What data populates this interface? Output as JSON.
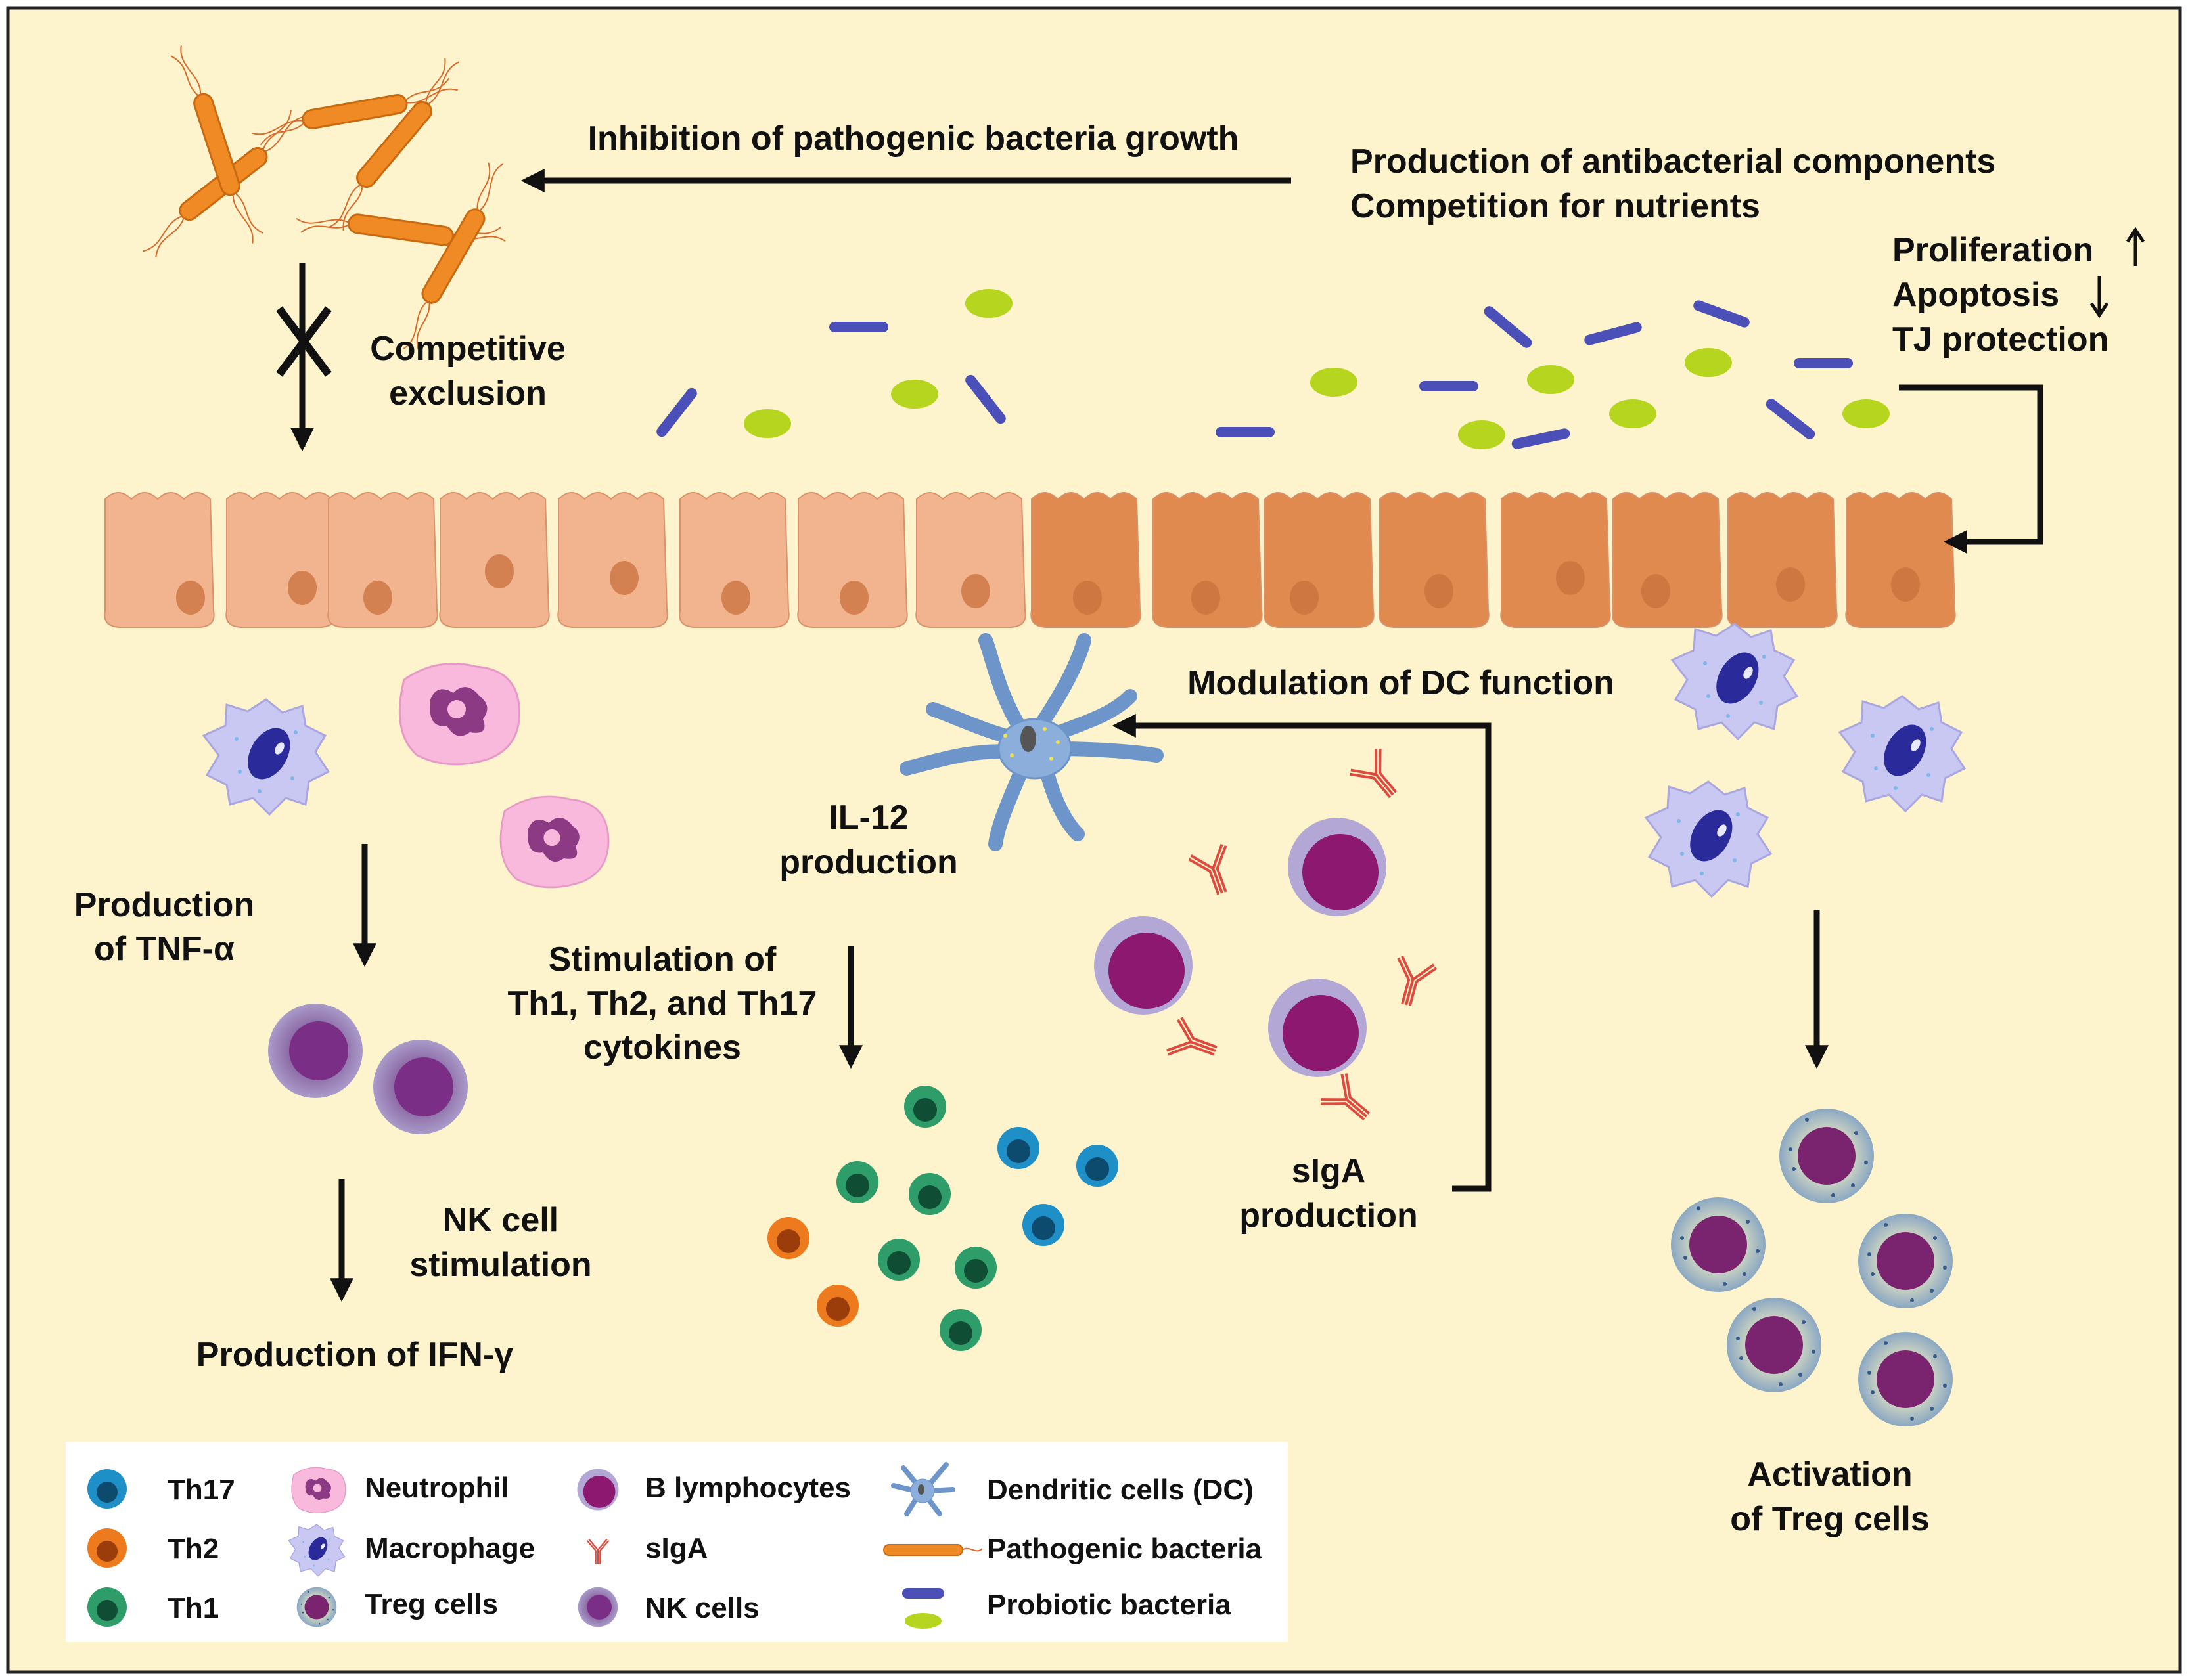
{
  "labels": {
    "inhibition": "Inhibition of pathogenic bacteria growth",
    "antibacterial": "Production of antibacterial components",
    "competition": "Competition for nutrients",
    "proliferation": "Proliferation",
    "apoptosis": "Apoptosis",
    "tj_protection": "TJ protection",
    "competitive": "Competitive",
    "exclusion": "exclusion",
    "modulation": "Modulation of DC function",
    "il12_1": "IL-12",
    "il12_2": "production",
    "tnf_1": "Production",
    "tnf_2": "of TNF-α",
    "stim_1": "Stimulation of",
    "stim_2": "Th1, Th2, and Th17",
    "stim_3": "cytokines",
    "nk_1": "NK cell",
    "nk_2": "stimulation",
    "ifn": "Production of IFN-γ",
    "siga_1": "sIgA",
    "siga_2": "production",
    "treg_1": "Activation",
    "treg_2": "of Treg cells"
  },
  "legend": {
    "th17": "Th17",
    "th2": "Th2",
    "th1": "Th1",
    "neutrophil": "Neutrophil",
    "macrophage": "Macrophage",
    "treg": "Treg cells",
    "b_lymph": "B lymphocytes",
    "siga": "sIgA",
    "nk": "NK cells",
    "dc": "Dendritic cells (DC)",
    "pathogenic": "Pathogenic bacteria",
    "probiotic": "Probiotic bacteria"
  },
  "colors": {
    "background": "#FDF3CC",
    "pathogen": "#F08A24",
    "probiotic_rod": "#4B4FB8",
    "probiotic_coccus": "#B5D51E",
    "epithelium_light": "#F2B48E",
    "epithelium_dark": "#E08A50",
    "th17": "#1E8FC7",
    "th2": "#EE7A1E",
    "th1": "#2E9D6A",
    "b_cell": "#8C1870",
    "dc": "#8CAEDB",
    "macrophage": "#C9C8F2",
    "neutrophil": "#F8B9DD"
  }
}
